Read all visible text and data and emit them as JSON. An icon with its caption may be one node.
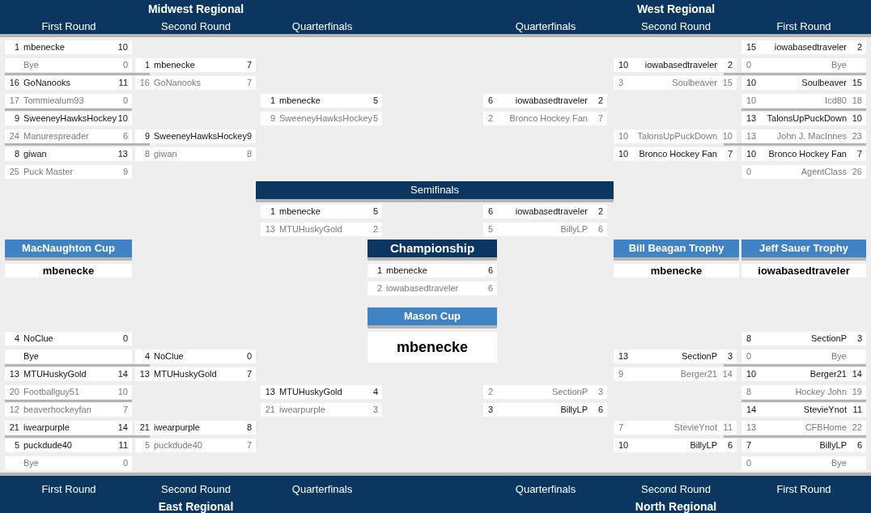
{
  "diagram": {
    "nodes": [
      {
        "text": [
          "Midwest Regional",
          "West Regional",
          "First Round",
          "Second Round",
          "Quarterfinals",
          "Quarterfinals",
          "Second Round",
          "First Round"
        ]
      },
      {
        "text": [
          "1",
          "mbenecke",
          "10"
        ]
      },
      {
        "text": [
          "Bye",
          "0"
        ]
      },
      {
        "text": [
          "16",
          "GoNanooks",
          "11"
        ]
      },
      {
        "text": [
          "17",
          "Tommiealum93",
          "0"
        ]
      },
      {
        "text": [
          "9",
          "SweeneyHawksHockey",
          "10"
        ]
      },
      {
        "text": [
          "24",
          "Manurespreader",
          "6"
        ]
      },
      {
        "text": [
          "8",
          "giwan",
          "13"
        ]
      },
      {
        "text": [
          "25",
          "Puck Master",
          "9"
        ]
      },
      {
        "text": [
          "1",
          "mbenecke",
          "7"
        ]
      },
      {
        "text": [
          "16",
          "GoNanooks",
          "7"
        ]
      },
      {
        "text": [
          "9",
          "SweeneyHawksHockey",
          "9"
        ]
      },
      {
        "text": [
          "8",
          "giwan",
          "8"
        ]
      },
      {
        "text": [
          "1",
          "mbenecke",
          "5"
        ]
      },
      {
        "text": [
          "9",
          "SweeneyHawksHockey",
          "5"
        ]
      },
      {
        "text": [
          "6",
          "iowabasedtraveler",
          "2"
        ]
      },
      {
        "text": [
          "2",
          "Bronco Hockey Fan",
          "7"
        ]
      },
      {
        "text": [
          "10",
          "iowabasedtraveler",
          "2"
        ]
      },
      {
        "text": [
          "3",
          "Soulbeaver",
          "15"
        ]
      },
      {
        "text": [
          "10",
          "TalonsUpPuckDown",
          "10"
        ]
      },
      {
        "text": [
          "10",
          "Bronco Hockey Fan",
          "7"
        ]
      },
      {
        "text": [
          "15",
          "iowabasedtraveler",
          "2"
        ]
      },
      {
        "text": [
          "0",
          "Bye"
        ]
      },
      {
        "text": [
          "10",
          "Soulbeaver",
          "15"
        ]
      },
      {
        "text": [
          "10",
          "Icd80",
          "18"
        ]
      },
      {
        "text": [
          "13",
          "TalonsUpPuckDown",
          "10"
        ]
      },
      {
        "text": [
          "13",
          "John J. MacInnes",
          "23"
        ]
      },
      {
        "text": [
          "10",
          "Bronco Hockey Fan",
          "7"
        ]
      },
      {
        "text": [
          "0",
          "AgentClass",
          "26"
        ]
      },
      {
        "text": [
          "Semifinals"
        ]
      },
      {
        "text": [
          "1",
          "mbenecke",
          "5"
        ]
      },
      {
        "text": [
          "13",
          "MTUHuskyGold",
          "2"
        ]
      },
      {
        "text": [
          "6",
          "iowabasedtraveler",
          "2"
        ]
      },
      {
        "text": [
          "5",
          "BillyLP",
          "6"
        ]
      },
      {
        "text": [
          "MacNaughton Cup"
        ]
      },
      {
        "text": [
          "mbenecke"
        ]
      },
      {
        "text": [
          "Championship"
        ]
      },
      {
        "text": [
          "1",
          "mbenecke",
          "6"
        ]
      },
      {
        "text": [
          "2",
          "iowabasedtraveler",
          "6"
        ]
      },
      {
        "text": [
          "Bill Beagan Trophy"
        ]
      },
      {
        "text": [
          "mbenecke"
        ]
      },
      {
        "text": [
          "Jeff Sauer Trophy"
        ]
      },
      {
        "text": [
          "iowabasedtraveler"
        ]
      },
      {
        "text": [
          "Mason Cup"
        ]
      },
      {
        "text": [
          "mbenecke"
        ]
      },
      {
        "text": [
          "4",
          "NoClue",
          "0"
        ]
      },
      {
        "text": [
          "Bye"
        ]
      },
      {
        "text": [
          "13",
          "MTUHuskyGold",
          "14"
        ]
      },
      {
        "text": [
          "20",
          "Footballguy51",
          "10"
        ]
      },
      {
        "text": [
          "12",
          "beaverhockeyfan",
          "7"
        ]
      },
      {
        "text": [
          "21",
          "iwearpurple",
          "14"
        ]
      },
      {
        "text": [
          "5",
          "puckdude40",
          "11"
        ]
      },
      {
        "text": [
          "Bye",
          "0"
        ]
      },
      {
        "text": [
          "4",
          "NoClue",
          "0"
        ]
      },
      {
        "text": [
          "13",
          "MTUHuskyGold",
          "7"
        ]
      },
      {
        "text": [
          "21",
          "iwearpurple",
          "8"
        ]
      },
      {
        "text": [
          "5",
          "puckdude40",
          "7"
        ]
      },
      {
        "text": [
          "13",
          "MTUHuskyGold",
          "4"
        ]
      },
      {
        "text": [
          "21",
          "iwearpurple",
          "3"
        ]
      },
      {
        "text": [
          "2",
          "SectionP",
          "3"
        ]
      },
      {
        "text": [
          "3",
          "BillyLP",
          "6"
        ]
      },
      {
        "text": [
          "13",
          "SectionP",
          "3"
        ]
      },
      {
        "text": [
          "9",
          "Berger21",
          "14"
        ]
      },
      {
        "text": [
          "7",
          "StevieYnot",
          "11"
        ]
      },
      {
        "text": [
          "10",
          "BillyLP",
          "6"
        ]
      },
      {
        "text": [
          "8",
          "SectionP",
          "3"
        ]
      },
      {
        "text": [
          "0",
          "Bye"
        ]
      },
      {
        "text": [
          "10",
          "Berger21",
          "14"
        ]
      },
      {
        "text": [
          "8",
          "Hockey John",
          "19"
        ]
      },
      {
        "text": [
          "14",
          "StevieYnot",
          "11"
        ]
      },
      {
        "text": [
          "13",
          "CFBHome",
          "22"
        ]
      },
      {
        "text": [
          "7",
          "BillyLP",
          "6"
        ]
      },
      {
        "text": [
          "0",
          "Bye"
        ]
      },
      {
        "text": [
          "First Round",
          "Second Round",
          "Quarterfinals",
          "Quarterfinals",
          "Second Round",
          "First Round",
          "East Regional",
          "North Regional"
        ]
      }
    ]
  }
}
